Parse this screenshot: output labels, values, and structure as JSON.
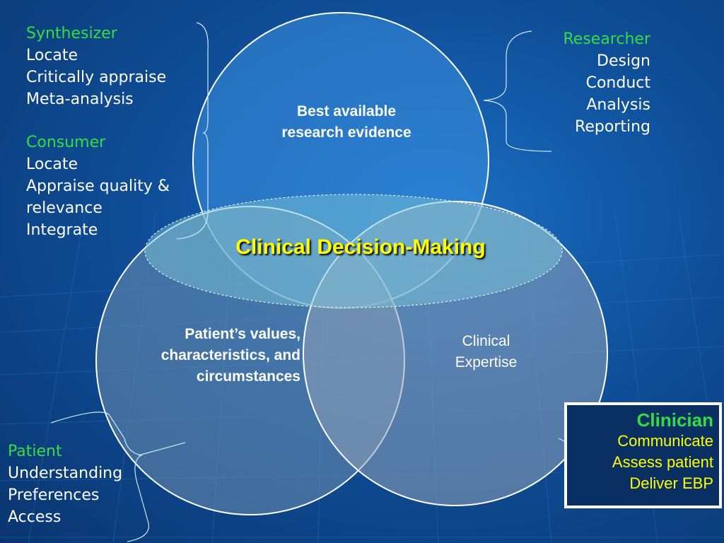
{
  "colors": {
    "background": "#0f4f99",
    "role_heading": "#33dd44",
    "item_text": "#ffffff",
    "center_label": "#ffff00"
  },
  "synthesizer": {
    "title": "Synthesizer",
    "items": [
      "Locate",
      "Critically appraise",
      "Meta-analysis"
    ]
  },
  "consumer": {
    "title": "Consumer",
    "items": [
      "Locate",
      "Appraise quality &",
      "relevance",
      "Integrate"
    ]
  },
  "researcher": {
    "title": "Researcher",
    "items": [
      "Design",
      "Conduct",
      "Analysis",
      "Reporting"
    ]
  },
  "patient": {
    "title": "Patient",
    "items": [
      "Understanding",
      "Preferences",
      "Access"
    ]
  },
  "clinician": {
    "title": "Clinician",
    "items": [
      "Communicate",
      "Assess patient",
      "Deliver EBP"
    ]
  },
  "circles": {
    "research": [
      "Best available",
      "research evidence"
    ],
    "patient": [
      "Patient’s values,",
      "characteristics, and",
      "circumstances"
    ],
    "clinical": [
      "Clinical",
      "Expertise"
    ]
  },
  "center": {
    "label": "Clinical Decision-Making"
  }
}
